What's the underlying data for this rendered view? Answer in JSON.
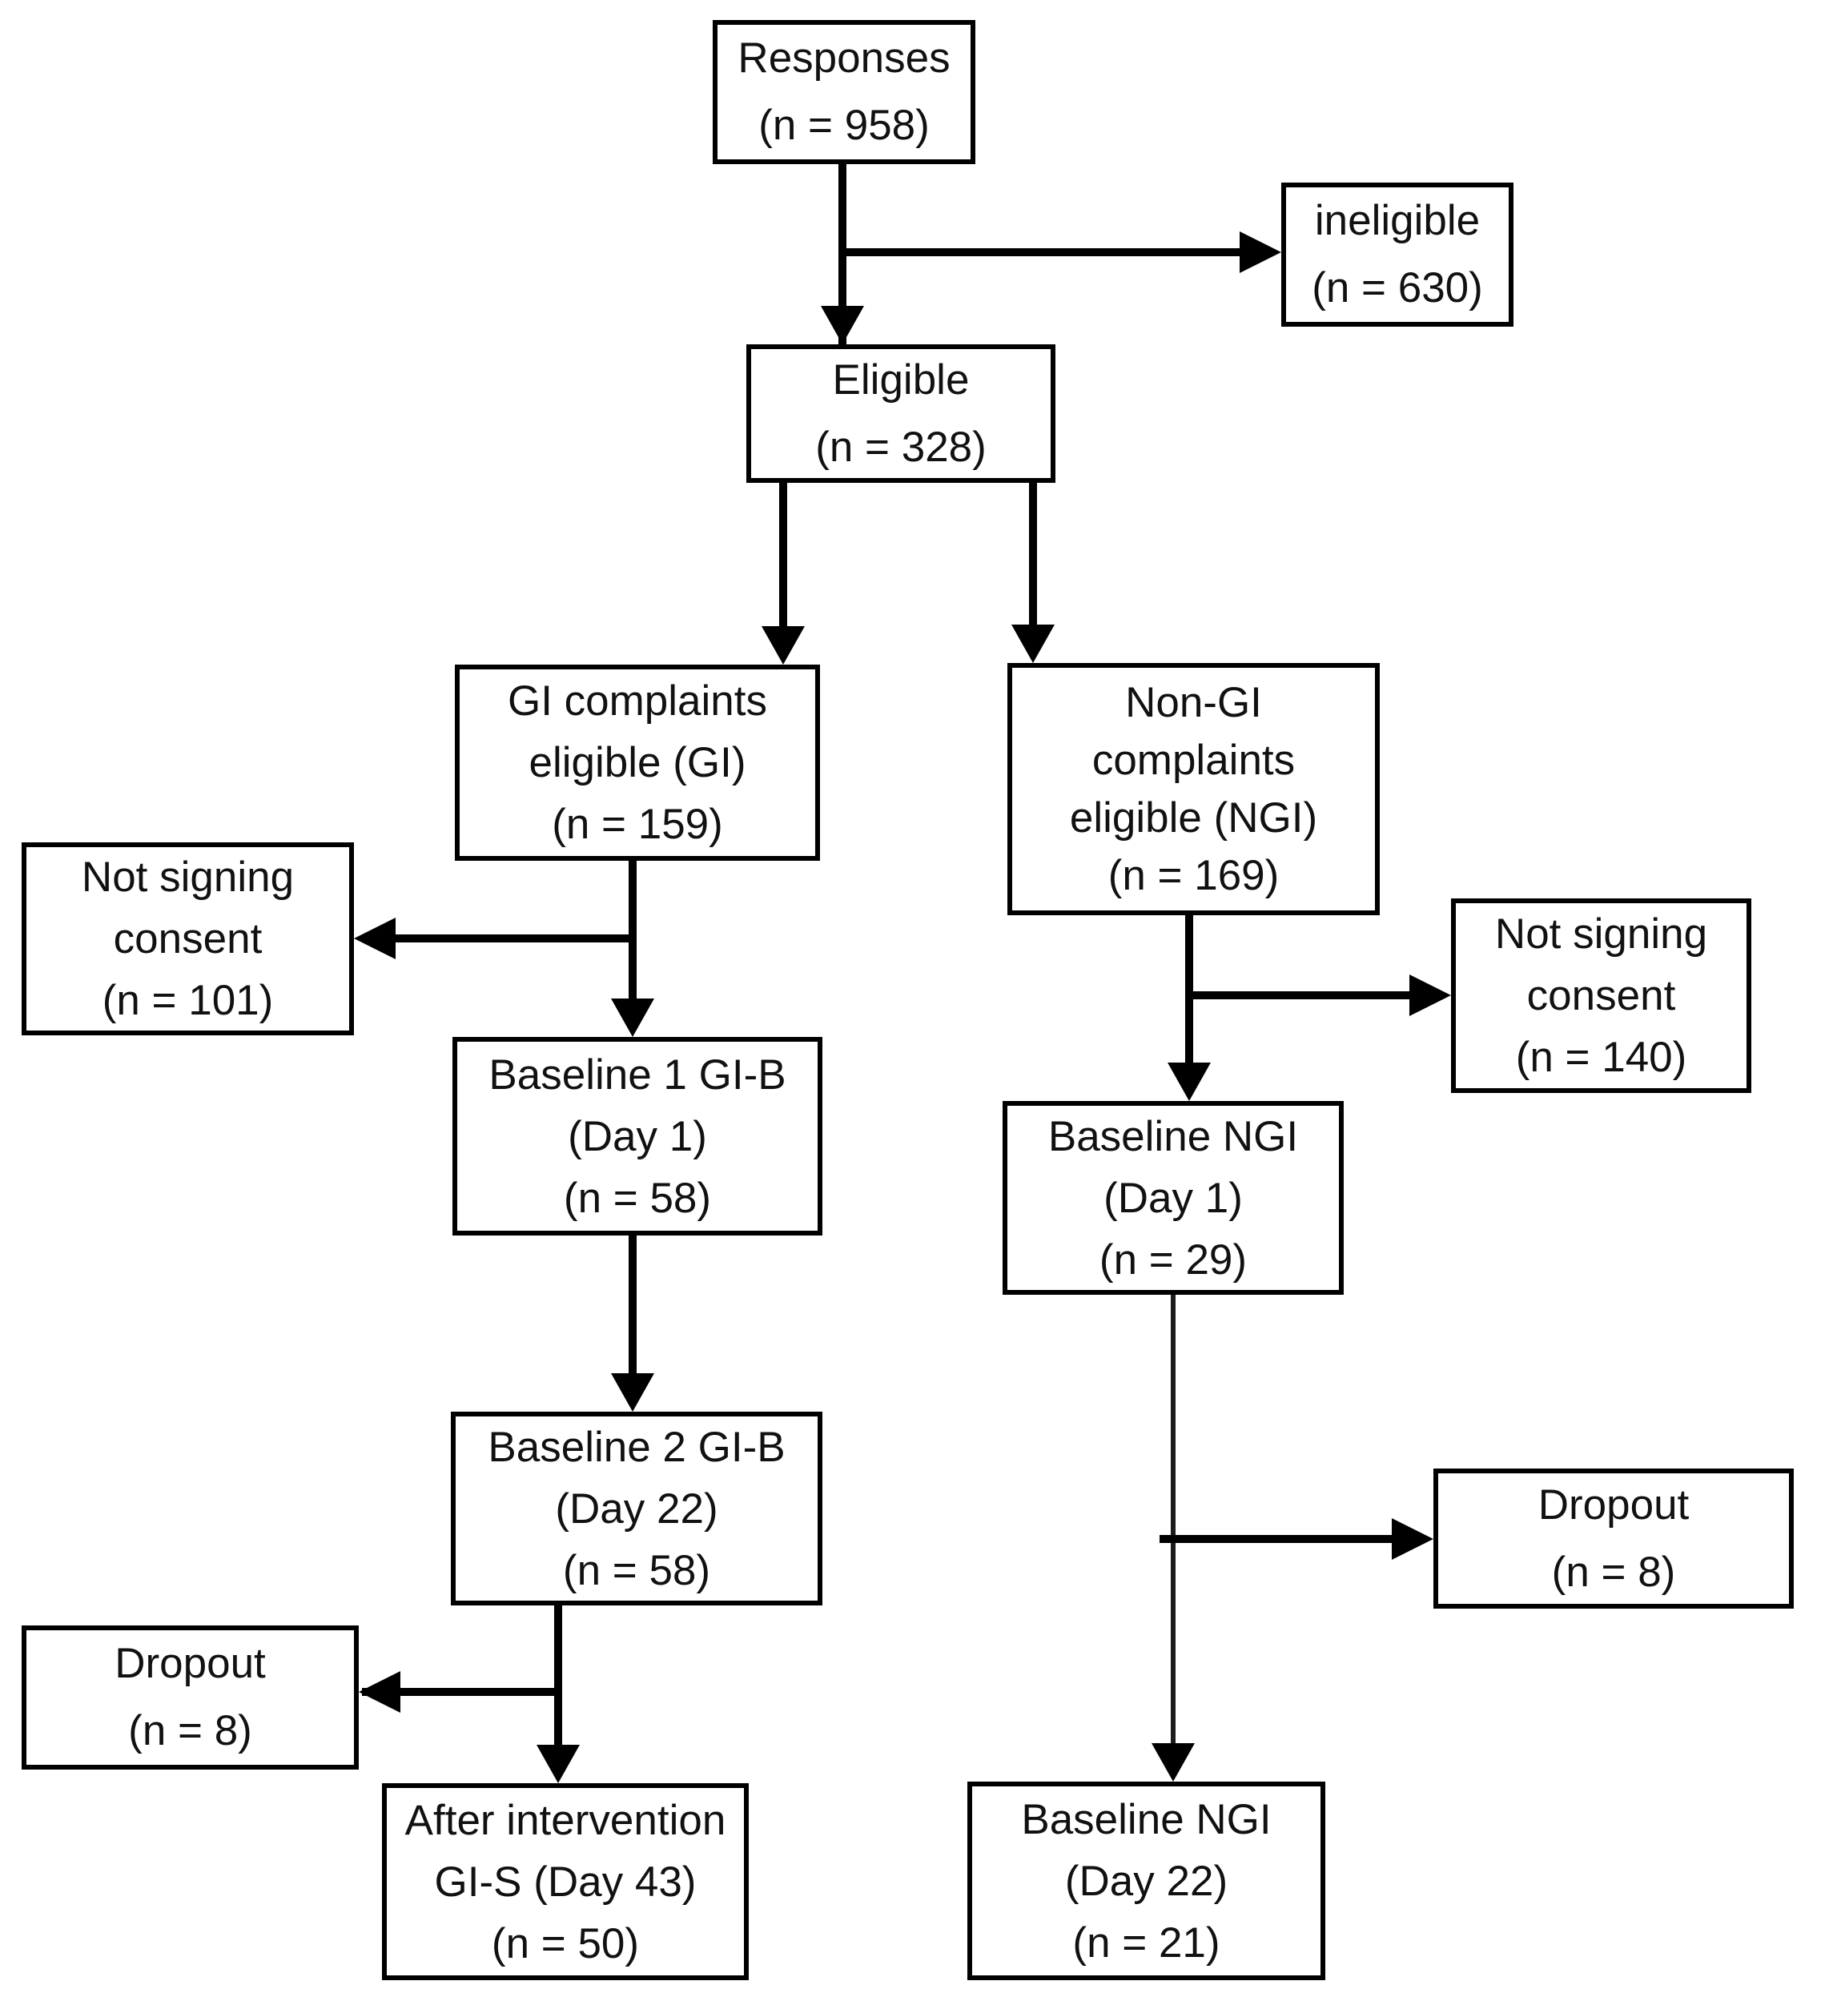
{
  "diagram": {
    "type": "flowchart",
    "description": "Participant enrollment flow diagram",
    "colors": {
      "background": "#ffffff",
      "box_fill": "#ffffff",
      "box_border": "#000000",
      "connector": "#000000",
      "text": "#111111"
    },
    "boxes": [
      {
        "id": "responses",
        "lines": [
          "Responses",
          "(n = 958)"
        ]
      },
      {
        "id": "ineligible",
        "lines": [
          "ineligible",
          "(n = 630)"
        ]
      },
      {
        "id": "eligible",
        "lines": [
          "Eligible",
          "(n = 328)"
        ]
      },
      {
        "id": "gi-eligible",
        "lines": [
          "GI complaints",
          "eligible (GI)",
          "(n = 159)"
        ]
      },
      {
        "id": "ngi-eligible",
        "lines": [
          "Non-GI",
          "complaints",
          "eligible (NGI)",
          "(n = 169)"
        ]
      },
      {
        "id": "not-signing-consent-gi",
        "lines": [
          "Not signing",
          "consent",
          "(n = 101)"
        ]
      },
      {
        "id": "baseline-1-gi-b",
        "lines": [
          "Baseline 1 GI-B",
          "(Day 1)",
          "(n = 58)"
        ]
      },
      {
        "id": "not-signing-consent-ngi",
        "lines": [
          "Not signing",
          "consent",
          "(n = 140)"
        ]
      },
      {
        "id": "baseline-ngi-day1",
        "lines": [
          "Baseline NGI",
          "(Day 1)",
          "(n = 29)"
        ]
      },
      {
        "id": "baseline-2-gi-b",
        "lines": [
          "Baseline 2 GI-B",
          "(Day 22)",
          "(n = 58)"
        ]
      },
      {
        "id": "dropout-ngi",
        "lines": [
          "Dropout",
          "(n = 8)"
        ]
      },
      {
        "id": "dropout-gi",
        "lines": [
          "Dropout",
          "(n = 8)"
        ]
      },
      {
        "id": "after-intervention",
        "lines": [
          "After intervention",
          "GI-S (Day 43)",
          "(n = 50)"
        ]
      },
      {
        "id": "baseline-ngi-day22",
        "lines": [
          "Baseline NGI",
          "(Day 22)",
          "(n = 21)"
        ]
      }
    ],
    "edges": [
      {
        "from": "responses",
        "to": "ineligible"
      },
      {
        "from": "responses",
        "to": "eligible"
      },
      {
        "from": "eligible",
        "to": "gi-eligible"
      },
      {
        "from": "eligible",
        "to": "ngi-eligible"
      },
      {
        "from": "gi-eligible",
        "to": "not-signing-consent-gi"
      },
      {
        "from": "gi-eligible",
        "to": "baseline-1-gi-b"
      },
      {
        "from": "baseline-1-gi-b",
        "to": "baseline-2-gi-b"
      },
      {
        "from": "baseline-2-gi-b",
        "to": "dropout-gi"
      },
      {
        "from": "baseline-2-gi-b",
        "to": "after-intervention"
      },
      {
        "from": "ngi-eligible",
        "to": "not-signing-consent-ngi"
      },
      {
        "from": "ngi-eligible",
        "to": "baseline-ngi-day1"
      },
      {
        "from": "baseline-ngi-day1",
        "to": "dropout-ngi"
      },
      {
        "from": "baseline-ngi-day1",
        "to": "baseline-ngi-day22"
      }
    ]
  }
}
